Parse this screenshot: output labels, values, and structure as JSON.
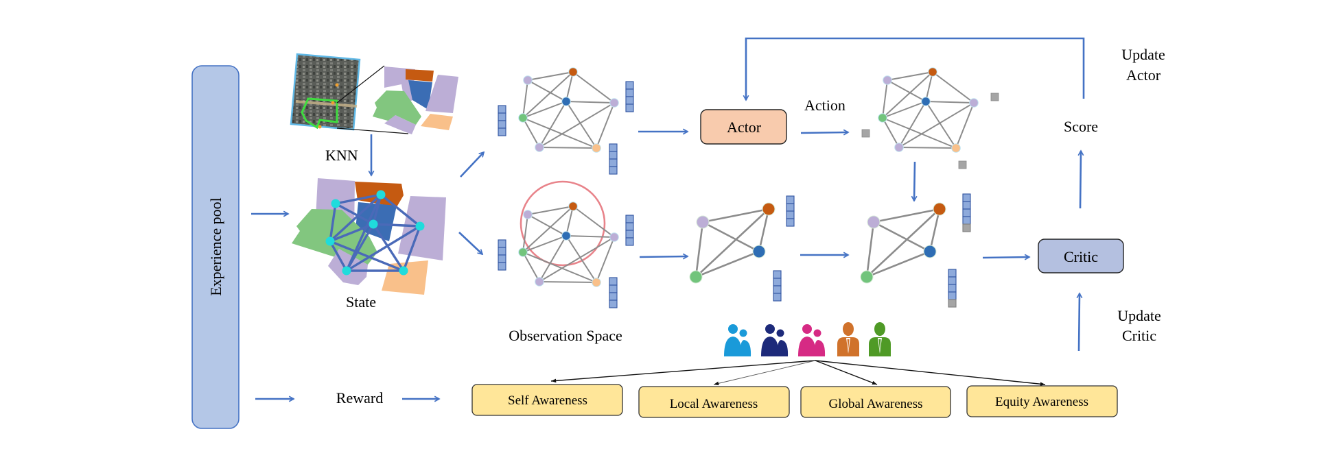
{
  "figure": {
    "experience_pool": {
      "label": "Experience pool",
      "fill": "#b4c7e7",
      "stroke": "#4472c4"
    },
    "state": {
      "label": "State",
      "knn_label": "KNN"
    },
    "observation": {
      "label": "Observation Space"
    },
    "actor": {
      "label": "Actor",
      "fill": "#f8cbad"
    },
    "critic": {
      "label": "Critic",
      "fill": "#b4c0e0"
    },
    "action_label": "Action",
    "score_label": "Score",
    "update_actor": {
      "line1": "Update",
      "line2": "Actor"
    },
    "update_critic": {
      "line1": "Update",
      "line2": "Critic"
    },
    "reward_label": "Reward",
    "awareness": [
      {
        "label": "Self Awareness"
      },
      {
        "label": "Local Awareness"
      },
      {
        "label": "Global Awareness"
      },
      {
        "label": "Equity Awareness"
      }
    ],
    "awareness_fill": "#ffe699",
    "people_icons": [
      {
        "name": "group-icon-light-blue",
        "color": "#1a9ad9"
      },
      {
        "name": "group-icon-navy",
        "color": "#1d2a7a"
      },
      {
        "name": "group-icon-magenta",
        "color": "#d62a84"
      },
      {
        "name": "person-icon-orange",
        "color": "#d0722b"
      },
      {
        "name": "person-icon-green",
        "color": "#4f9a26"
      }
    ],
    "colors": {
      "arrow": "#4472c4",
      "node_purple": "#bcaed6",
      "node_brown": "#c55a11",
      "node_blue": "#2e6db4",
      "node_green": "#72c47c",
      "node_orange": "#f9c08a",
      "vector": "#8eaadb",
      "vector_stroke": "#2f52a0",
      "neighborhood_circle": "#e8838a",
      "action_square": "#a5a5a5",
      "network_node": "#1fdcdc"
    }
  }
}
